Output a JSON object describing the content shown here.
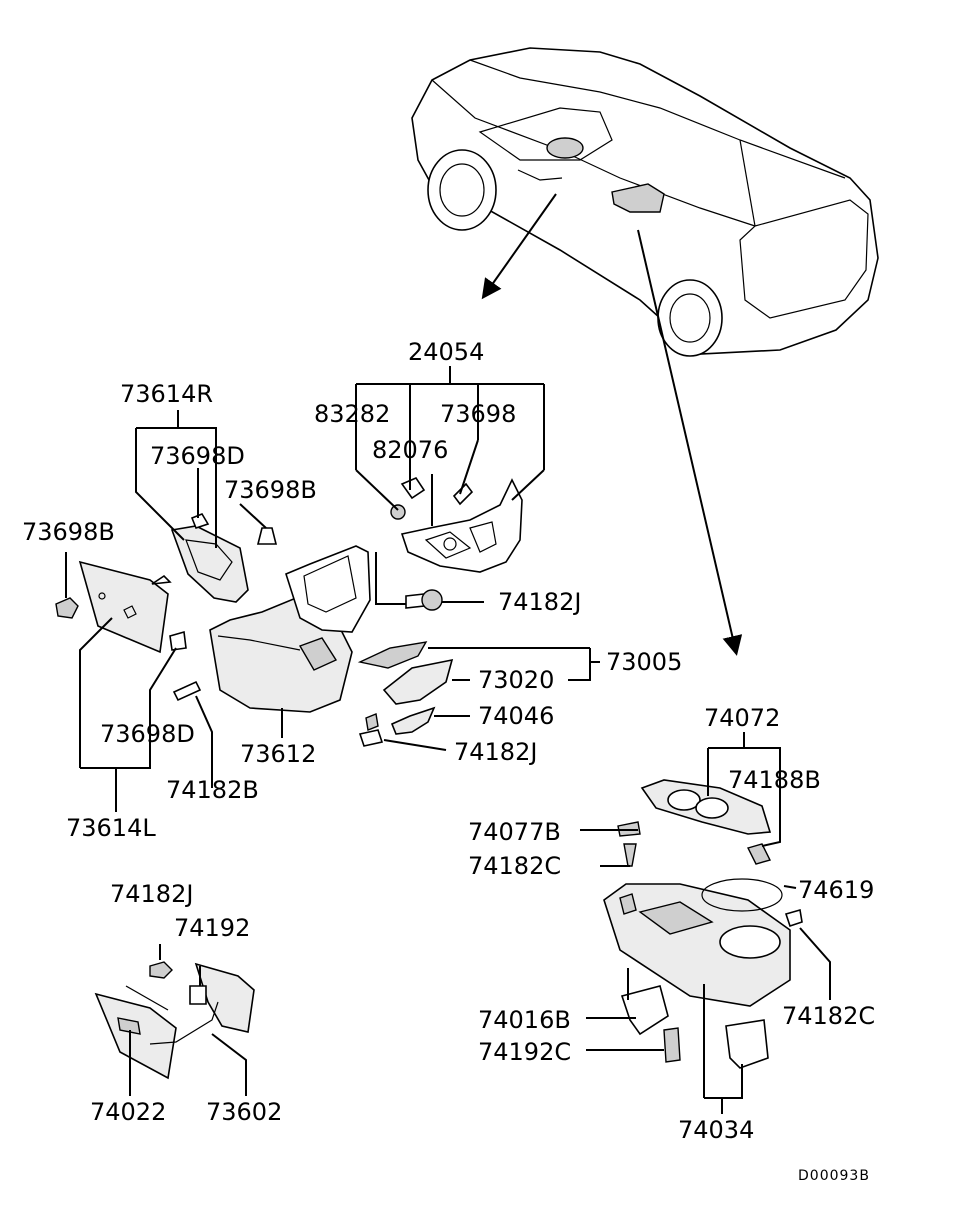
{
  "diagram_code": "D00093B",
  "part_numbers": {
    "p24054": "24054",
    "p83282": "83282",
    "p82076": "82076",
    "p73698": "73698",
    "p73614R": "73614R",
    "p73698D_top": "73698D",
    "p73698B_mid": "73698B",
    "p73698B_left": "73698B",
    "p74182J_mid": "74182J",
    "p73005": "73005",
    "p73020": "73020",
    "p74046": "74046",
    "p74182J_low": "74182J",
    "p73698D_low": "73698D",
    "p73612": "73612",
    "p74182B": "74182B",
    "p73614L": "73614L",
    "p74072": "74072",
    "p74188B": "74188B",
    "p74077B": "74077B",
    "p74182C_left": "74182C",
    "p74619": "74619",
    "p74182C_right": "74182C",
    "p74016B": "74016B",
    "p74192C": "74192C",
    "p74034": "74034",
    "p74182J_bottom": "74182J",
    "p74192": "74192",
    "p74022": "74022",
    "p73602": "73602"
  }
}
